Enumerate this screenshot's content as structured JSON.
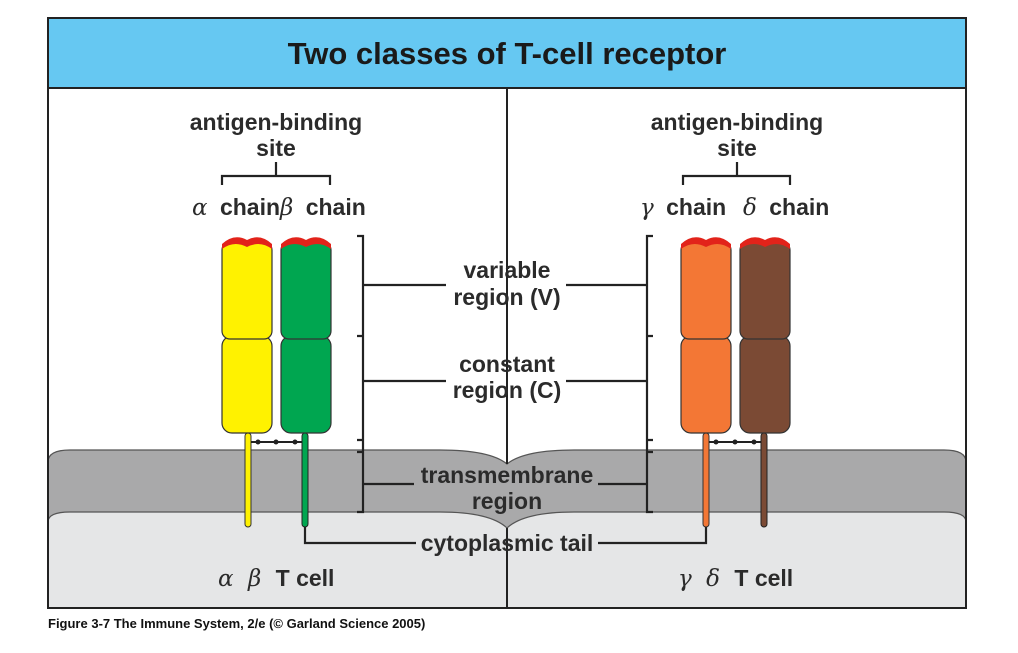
{
  "title": "Two classes of T-cell receptor",
  "caption": "Figure 3-7 The Immune System, 2/e (© Garland Science 2005)",
  "colors": {
    "title_band": "#66c8f2",
    "membrane": "#a9a9aa",
    "cytoplasm": "#e5e6e7",
    "binding_site": "#e2231a",
    "alpha_chain": "#fff200",
    "beta_chain": "#00a650",
    "gamma_chain": "#f37735",
    "delta_chain": "#7b4a34"
  },
  "left_panel": {
    "site_label_line1": "antigen-binding",
    "site_label_line2": "site",
    "chain1_greek": "α",
    "chain1_label": "chain",
    "chain2_greek": "β",
    "chain2_label": "chain",
    "cell_greek1": "α",
    "cell_greek2": "β",
    "cell_label": "T cell"
  },
  "right_panel": {
    "site_label_line1": "antigen-binding",
    "site_label_line2": "site",
    "chain1_greek": "γ",
    "chain1_label": "chain",
    "chain2_greek": "δ",
    "chain2_label": "chain",
    "cell_greek1": "γ",
    "cell_greek2": "δ",
    "cell_label": "T cell"
  },
  "regions": {
    "variable_line1": "variable",
    "variable_line2": "region (V)",
    "constant_line1": "constant",
    "constant_line2": "region (C)",
    "transmembrane_line1": "transmembrane",
    "transmembrane_line2": "region",
    "cytoplasmic": "cytoplasmic tail"
  }
}
